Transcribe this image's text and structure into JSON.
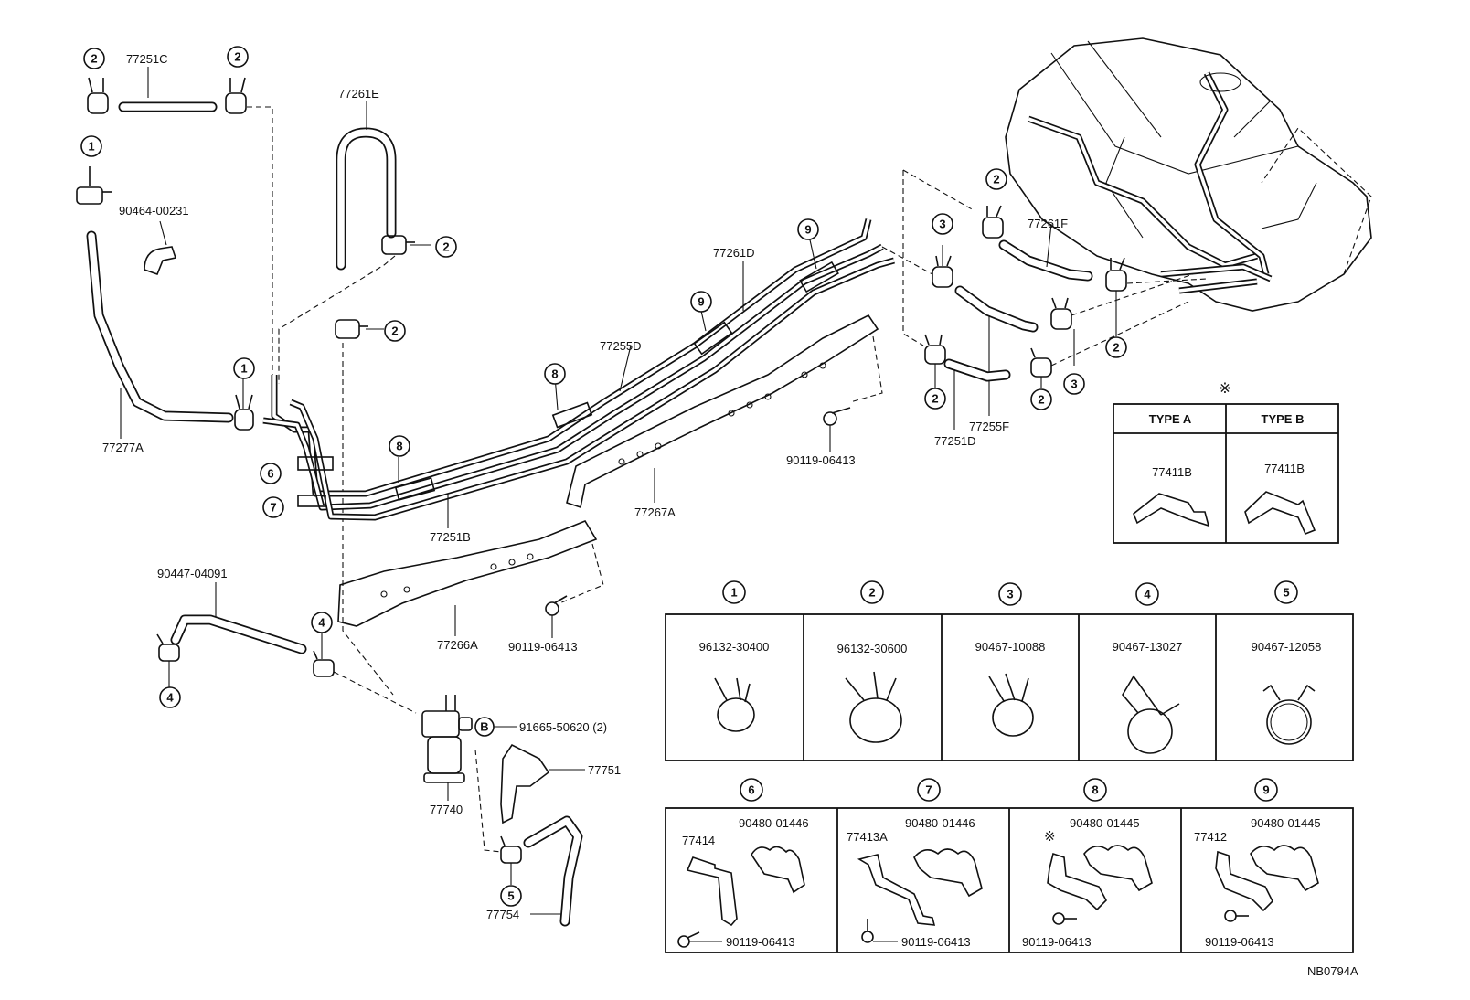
{
  "parts": {
    "p77251c": "77251C",
    "p90464": "90464-00231",
    "p77277a": "77277A",
    "p77261e": "77261E",
    "p77261d": "77261D",
    "p77255d": "77255D",
    "p77251b": "77251B",
    "p77267a": "77267A",
    "p77266a": "77266A",
    "p90119a": "90119-06413",
    "p90119b": "90119-06413",
    "p90447": "90447-04091",
    "p91665": "91665-50620 (2)",
    "p77751": "77751",
    "p77740": "77740",
    "p77754": "77754",
    "p77261f": "77261F",
    "p77255f": "77255F",
    "p77251d": "77251D"
  },
  "callouts": {
    "c1": "1",
    "c2": "2",
    "c3": "3",
    "c4": "4",
    "c5": "5",
    "c6": "6",
    "c7": "7",
    "c8": "8",
    "c9": "9",
    "cB": "B"
  },
  "type_table": {
    "mark": "※",
    "type_a": "TYPE  A",
    "type_b": "TYPE  B",
    "part_a": "77411B",
    "part_b": "77411B"
  },
  "clamp_table": [
    {
      "num": "1",
      "part": "96132-30400"
    },
    {
      "num": "2",
      "part": "96132-30600"
    },
    {
      "num": "3",
      "part": "90467-10088"
    },
    {
      "num": "4",
      "part": "90467-13027"
    },
    {
      "num": "5",
      "part": "90467-12058"
    }
  ],
  "clamp_table2": [
    {
      "num": "6",
      "part1": "90480-01446",
      "part2": "77414",
      "bolt": "90119-06413"
    },
    {
      "num": "7",
      "part1": "90480-01446",
      "part2": "77413A",
      "bolt": "90119-06413"
    },
    {
      "num": "8",
      "part1": "90480-01445",
      "part2": "※",
      "bolt": "90119-06413"
    },
    {
      "num": "9",
      "part1": "90480-01445",
      "part2": "77412",
      "bolt": "90119-06413"
    }
  ],
  "figure_id": "NB0794A"
}
